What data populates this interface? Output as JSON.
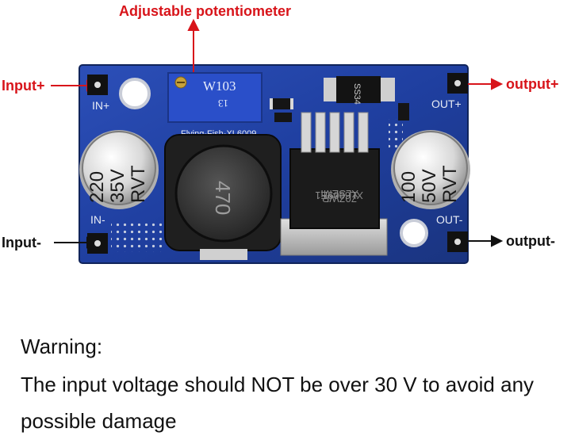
{
  "callouts": {
    "potentiometer": "Adjustable potentiometer",
    "input_plus": "Input+",
    "input_minus": "Input-",
    "output_plus": "output+",
    "output_minus": "output-"
  },
  "board": {
    "silk_in_plus": "IN+",
    "silk_in_minus": "IN-",
    "silk_out_plus": "OUT+",
    "silk_out_minus": "OUT-",
    "silk_name": "Flying-Fish-XL6009",
    "pot_marking": "W103",
    "pot_sub": "13",
    "inductor_marking": "470",
    "diode_marking": "SS34",
    "cap_in": [
      "220",
      "35V",
      "RVT"
    ],
    "cap_out": [
      "100",
      "50V",
      "RVT"
    ],
    "ic_lines": [
      "XLSEMI",
      "XL6009E1",
      "70ZWR"
    ]
  },
  "warning": {
    "title": "Warning:",
    "line1": "The input voltage should NOT be over 30 V to avoid any",
    "line2": "possible damage"
  },
  "colors": {
    "callout_red": "#d8141a",
    "pcb_blue": "#1f3fa0",
    "pot_blue": "#2a4fc9"
  }
}
